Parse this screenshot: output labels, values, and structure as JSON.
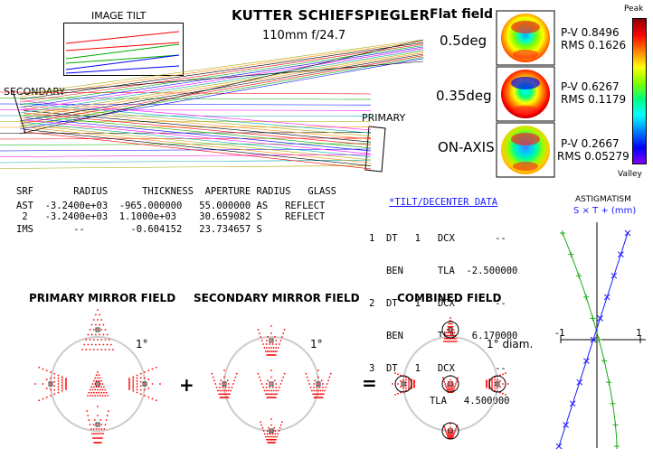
{
  "header": {
    "title": "KUTTER SCHIEFSPIEGLER",
    "subtitle": "110mm  f/24.7",
    "image_tilt_label": "IMAGE TILT",
    "secondary_label": "SECONDARY",
    "primary_label": "PRIMARY"
  },
  "flat_field": {
    "title": "Flat field",
    "rows": [
      {
        "angle": "0.5deg",
        "pv": "P-V 0.8496",
        "rms": "RMS 0.1626"
      },
      {
        "angle": "0.35deg",
        "pv": "P-V 0.6267",
        "rms": "RMS 0.1179"
      },
      {
        "angle": "ON-AXIS",
        "pv": "P-V 0.2667",
        "rms": "RMS 0.05279"
      }
    ],
    "colorbar_top": "Peak",
    "colorbar_bottom": "Valley",
    "colors": [
      "#8b0000",
      "#ff0000",
      "#ff8000",
      "#ffff00",
      "#80ff00",
      "#00ff80",
      "#00ffff",
      "#0080ff",
      "#0000ff",
      "#8000ff"
    ]
  },
  "surface_table": {
    "header": "SRF       RADIUS      THICKNESS  APERTURE RADIUS   GLASS",
    "rows": [
      "AST  -3.2400e+03  -965.000000   55.000000 AS   REFLECT",
      " 2   -3.2400e+03  1.1000e+03    30.659082 S    REFLECT",
      "IMS       --        -0.604152   23.734657 S"
    ]
  },
  "tilt_data": {
    "header": "*TILT/DECENTER DATA",
    "lines": [
      "1  DT   1   DCX       --",
      "   BEN      TLA  -2.500000",
      "2  DT   1   DCX       --",
      "   BEN      TLA   6.170000",
      "3  DT   1   DCX       --",
      "   TLA   4.500000"
    ]
  },
  "fields": {
    "primary_title": "PRIMARY MIRROR FIELD",
    "secondary_title": "SECONDARY MIRROR FIELD",
    "combined_title": "COMBINED FIELD",
    "deg_primary": "1°",
    "deg_secondary": "1°",
    "deg_combined": "1° diam.",
    "plus": "+",
    "equals": "="
  },
  "astigmatism": {
    "title": "ASTIGMATISM",
    "legend": "S × T + (mm)",
    "xmin_label": "-1",
    "xmax_label": "1",
    "s_color": "#1a1aff",
    "t_color": "#1aaa1a"
  }
}
